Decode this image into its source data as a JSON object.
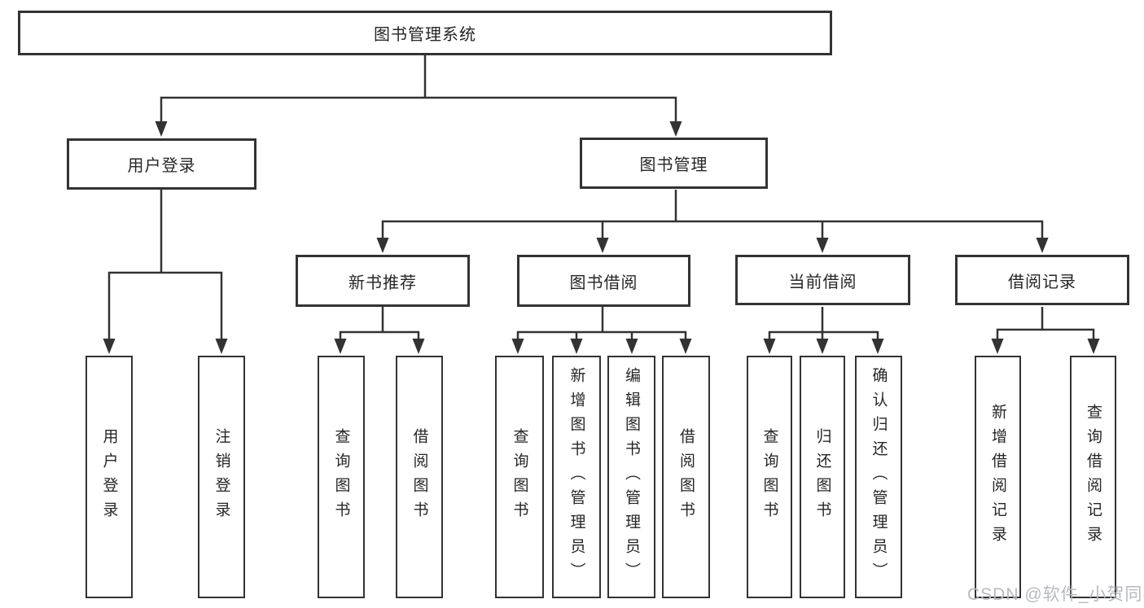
{
  "diagram": {
    "root": {
      "label": "图书管理系统",
      "children": [
        {
          "label": "用户登录",
          "children": [
            {
              "label": "用户登录"
            },
            {
              "label": "注销登录"
            }
          ]
        },
        {
          "label": "图书管理",
          "children": [
            {
              "label": "新书推荐",
              "children": [
                {
                  "label": "查询图书"
                },
                {
                  "label": "借阅图书"
                }
              ]
            },
            {
              "label": "图书借阅",
              "children": [
                {
                  "label": "查询图书"
                },
                {
                  "label": "新增图书（管理员）"
                },
                {
                  "label": "编辑图书（管理员）"
                },
                {
                  "label": "借阅图书"
                }
              ]
            },
            {
              "label": "当前借阅",
              "children": [
                {
                  "label": "查询图书"
                },
                {
                  "label": "归还图书"
                },
                {
                  "label": "确认归还（管理员）"
                }
              ]
            },
            {
              "label": "借阅记录",
              "children": [
                {
                  "label": "新增借阅记录"
                },
                {
                  "label": "查询借阅记录"
                }
              ]
            }
          ]
        }
      ]
    }
  },
  "watermark": "CSDN @软件_小贺同学",
  "colors": {
    "line": "#333333",
    "text": "#262626",
    "watermark": "#b5bac0"
  }
}
